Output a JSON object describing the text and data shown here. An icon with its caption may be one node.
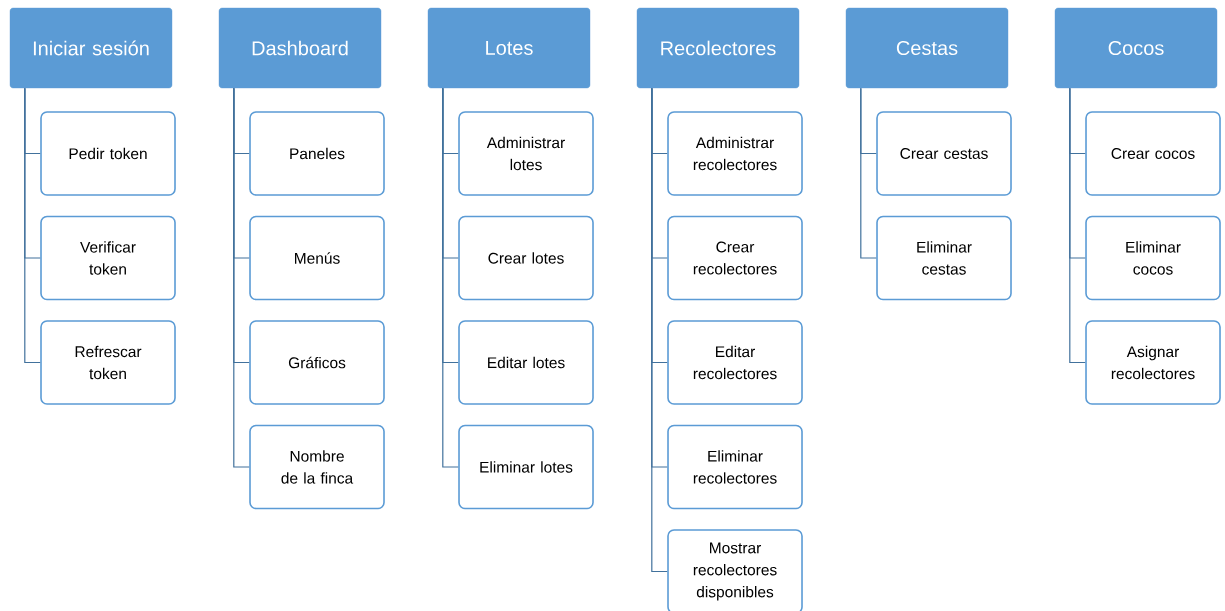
{
  "diagram": {
    "nodes": [
      {
        "text": [
          "Iniciar sesión"
        ]
      },
      {
        "text": [
          "Pedir token"
        ]
      },
      {
        "text": [
          "Verificar token"
        ]
      },
      {
        "text": [
          "Refrescar token"
        ]
      },
      {
        "text": [
          "Dashboard"
        ]
      },
      {
        "text": [
          "Paneles"
        ]
      },
      {
        "text": [
          "Menús"
        ]
      },
      {
        "text": [
          "Gráficos"
        ]
      },
      {
        "text": [
          "Nombre de la finca"
        ]
      },
      {
        "text": [
          "Lotes"
        ]
      },
      {
        "text": [
          "Administrar lotes"
        ]
      },
      {
        "text": [
          "Crear lotes"
        ]
      },
      {
        "text": [
          "Editar lotes"
        ]
      },
      {
        "text": [
          "Eliminar lotes"
        ]
      },
      {
        "text": [
          "Recolectores"
        ]
      },
      {
        "text": [
          "Administrar recolectores"
        ]
      },
      {
        "text": [
          "Crear recolectores"
        ]
      },
      {
        "text": [
          "Editar recolectores"
        ]
      },
      {
        "text": [
          "Eliminar recolectores"
        ]
      },
      {
        "text": [
          "Mostrar recolectores disponibles"
        ]
      },
      {
        "text": [
          "Cestas"
        ]
      },
      {
        "text": [
          "Crear cestas"
        ]
      },
      {
        "text": [
          "Eliminar cestas"
        ]
      },
      {
        "text": [
          "Cocos"
        ]
      },
      {
        "text": [
          "Crear cocos"
        ]
      },
      {
        "text": [
          "Eliminar cocos"
        ]
      },
      {
        "text": [
          "Asignar recolectores"
        ]
      }
    ],
    "edges": [
      {
        "from": 0,
        "to": 1,
        "arrow": "none"
      },
      {
        "from": 0,
        "to": 2,
        "arrow": "none"
      },
      {
        "from": 0,
        "to": 3,
        "arrow": "none"
      },
      {
        "from": 4,
        "to": 5,
        "arrow": "none"
      },
      {
        "from": 4,
        "to": 6,
        "arrow": "none"
      },
      {
        "from": 4,
        "to": 7,
        "arrow": "none"
      },
      {
        "from": 4,
        "to": 8,
        "arrow": "none"
      },
      {
        "from": 9,
        "to": 10,
        "arrow": "none"
      },
      {
        "from": 9,
        "to": 11,
        "arrow": "none"
      },
      {
        "from": 9,
        "to": 12,
        "arrow": "none"
      },
      {
        "from": 9,
        "to": 13,
        "arrow": "none"
      },
      {
        "from": 14,
        "to": 15,
        "arrow": "none"
      },
      {
        "from": 14,
        "to": 16,
        "arrow": "none"
      },
      {
        "from": 14,
        "to": 17,
        "arrow": "none"
      },
      {
        "from": 14,
        "to": 18,
        "arrow": "none"
      },
      {
        "from": 14,
        "to": 19,
        "arrow": "none"
      },
      {
        "from": 20,
        "to": 21,
        "arrow": "none"
      },
      {
        "from": 20,
        "to": 22,
        "arrow": "none"
      },
      {
        "from": 23,
        "to": 24,
        "arrow": "none"
      },
      {
        "from": 23,
        "to": 25,
        "arrow": "none"
      },
      {
        "from": 23,
        "to": 26,
        "arrow": "none"
      }
    ]
  }
}
